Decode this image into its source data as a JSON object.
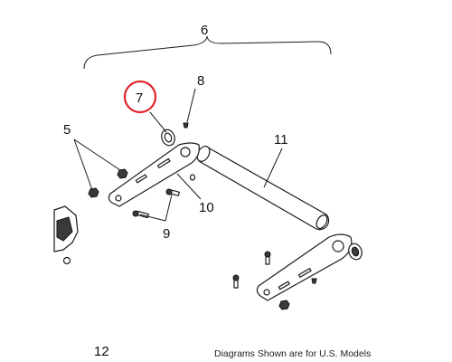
{
  "diagram": {
    "callouts": {
      "c5": "5",
      "c6": "6",
      "c7": "7",
      "c8": "8",
      "c9": "9",
      "c10": "10",
      "c11": "11",
      "c12": "12"
    },
    "highlighted_callout": "7",
    "highlight_color": "#e0242b",
    "footer_note": "Diagrams Shown are for U.S. Models"
  }
}
